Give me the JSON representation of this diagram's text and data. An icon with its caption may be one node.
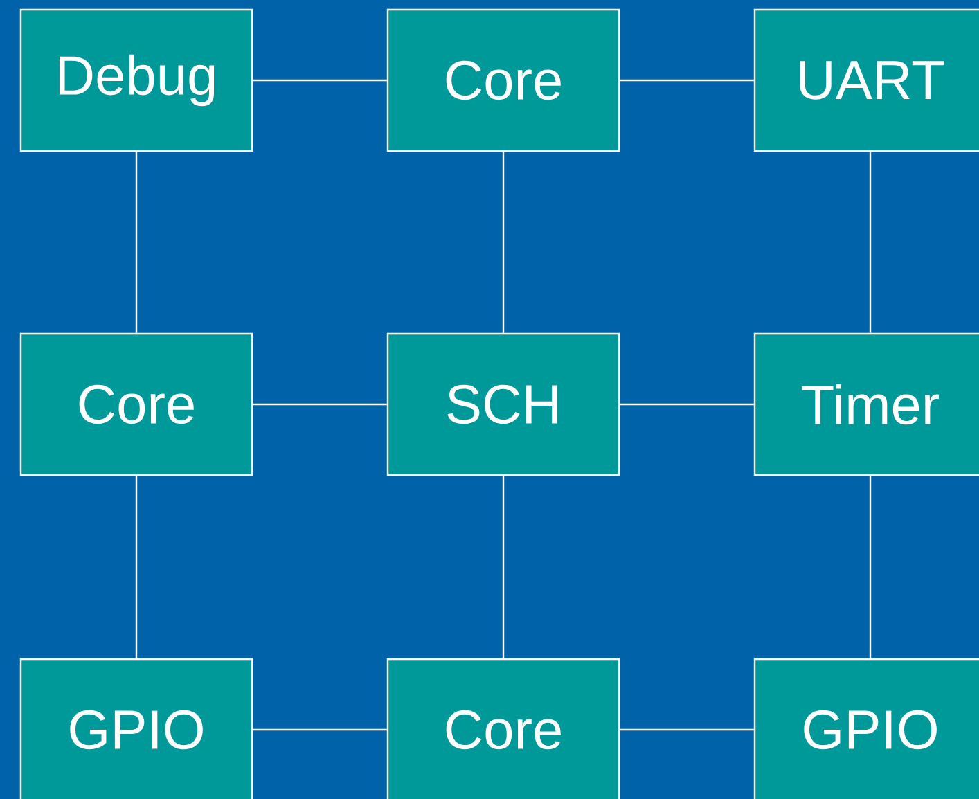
{
  "diagram": {
    "nodes": [
      {
        "text": [
          "Debug"
        ]
      },
      {
        "text": [
          "Core"
        ]
      },
      {
        "text": [
          "UART"
        ]
      },
      {
        "text": [
          "Core"
        ]
      },
      {
        "text": [
          "SCH"
        ]
      },
      {
        "text": [
          "Timer"
        ]
      },
      {
        "text": [
          "GPIO"
        ]
      },
      {
        "text": [
          "Core"
        ]
      },
      {
        "text": [
          "GPIO"
        ]
      }
    ],
    "edges": [
      {
        "from": 0,
        "to": 1,
        "arrow": "none"
      },
      {
        "from": 1,
        "to": 2,
        "arrow": "none"
      },
      {
        "from": 0,
        "to": 3,
        "arrow": "none"
      },
      {
        "from": 1,
        "to": 4,
        "arrow": "none"
      },
      {
        "from": 2,
        "to": 5,
        "arrow": "none"
      },
      {
        "from": 3,
        "to": 4,
        "arrow": "none"
      },
      {
        "from": 4,
        "to": 5,
        "arrow": "none"
      },
      {
        "from": 3,
        "to": 6,
        "arrow": "none"
      },
      {
        "from": 4,
        "to": 7,
        "arrow": "none"
      },
      {
        "from": 5,
        "to": 8,
        "arrow": "none"
      },
      {
        "from": 6,
        "to": 7,
        "arrow": "none"
      },
      {
        "from": 7,
        "to": 8,
        "arrow": "none"
      }
    ]
  }
}
